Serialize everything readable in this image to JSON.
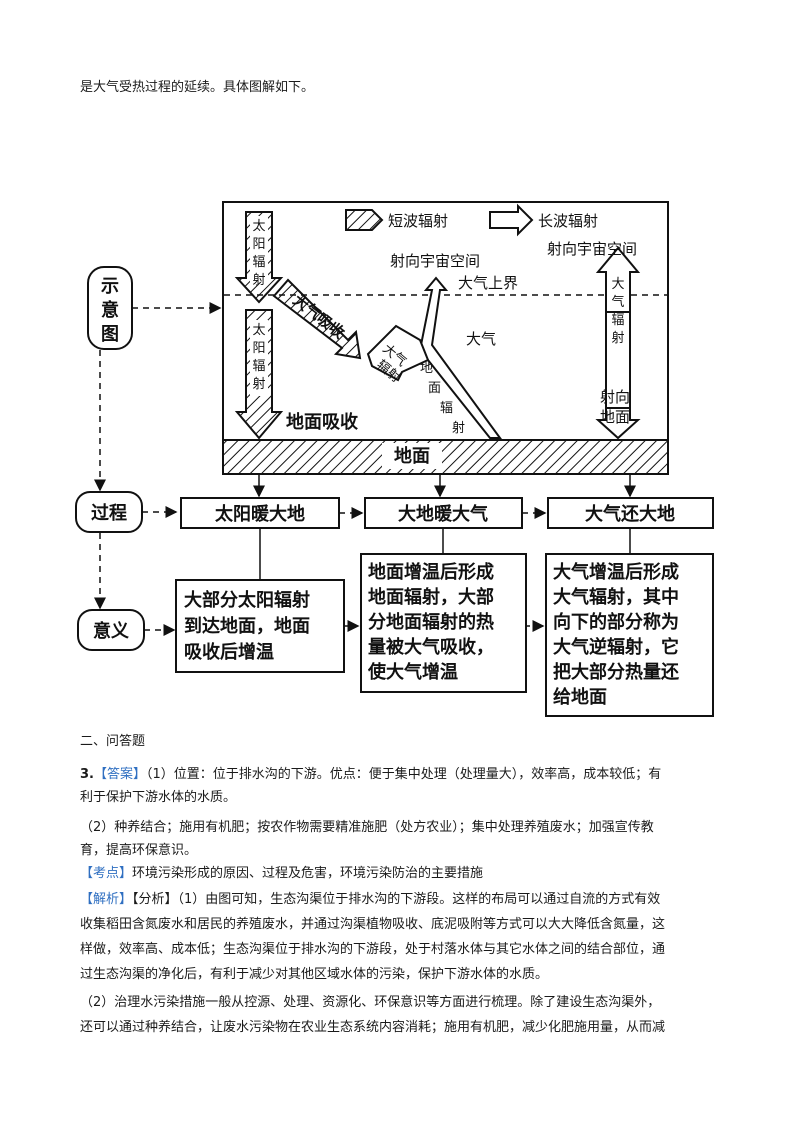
{
  "intro": "是大气受热过程的延续。具体图解如下。",
  "figure": {
    "side": {
      "shiyitu": "示意图",
      "guocheng": "过程",
      "yiyi": "意义"
    },
    "legend": {
      "short": "短波辐射",
      "long": "长波辐射"
    },
    "space_left": "射向宇宙空间",
    "space_right": "射向宇宙空间",
    "atmo_top": "大气上界",
    "atmo": "大气",
    "solar": "太阳辐射",
    "absorb": "大气吸收",
    "ground_absorb": "地面吸收",
    "atmo_rad": "大气辐射",
    "ground_rad": "地面辐射",
    "toward": "射向地面",
    "ground": "地面",
    "process": [
      "太阳暖大地",
      "大地暖大气",
      "大气还大地"
    ],
    "meaning": [
      [
        "大部分太阳辐射",
        "到达地面，地面",
        "吸收后增温"
      ],
      [
        "地面增温后形成",
        "地面辐射，大部",
        "分地面辐射的热",
        "量被大气吸收，",
        "使大气增温"
      ],
      [
        "大气增温后形成",
        "大气辐射，其中",
        "向下的部分称为",
        "大气逆辐射，它",
        "把大部分热量还",
        "给地面"
      ]
    ]
  },
  "section_title": "二、问答题",
  "q3": {
    "num": "3.",
    "answer_tag": "【答案】",
    "answer_l1": "（1）位置：位于排水沟的下游。优点：便于集中处理（处理量大），效率高，成本较低；有",
    "answer_l2": "利于保护下游水体的水质。",
    "answer_l3": "（2）种养结合；施用有机肥；按农作物需要精准施肥（处方农业）；集中处理养殖废水；加强宣传教",
    "answer_l4": "育，提高环保意识。",
    "point_tag": "【考点】",
    "point_text": "环境污染形成的原因、过程及危害，环境污染防治的主要措施",
    "analysis_tag": "【解析】",
    "analysis_l1": "【分析】（1）由图可知，生态沟渠位于排水沟的下游段。这样的布局可以通过自流的方式有效",
    "analysis_l2": "收集稻田含氮废水和居民的养殖废水，并通过沟渠植物吸收、底泥吸附等方式可以大大降低含氮量，这",
    "analysis_l3": "样做，效率高、成本低；生态沟渠位于排水沟的下游段，处于村落水体与其它水体之间的结合部位，通",
    "analysis_l4": "过生态沟渠的净化后，有利于减少对其他区域水体的污染，保护下游水体的水质。",
    "analysis_l5": "（2）治理水污染措施一般从控源、处理、资源化、环保意识等方面进行梳理。除了建设生态沟渠外，",
    "analysis_l6": "还可以通过种养结合，让废水污染物在农业生态系统内容消耗；施用有机肥，减少化肥施用量，从而减"
  }
}
